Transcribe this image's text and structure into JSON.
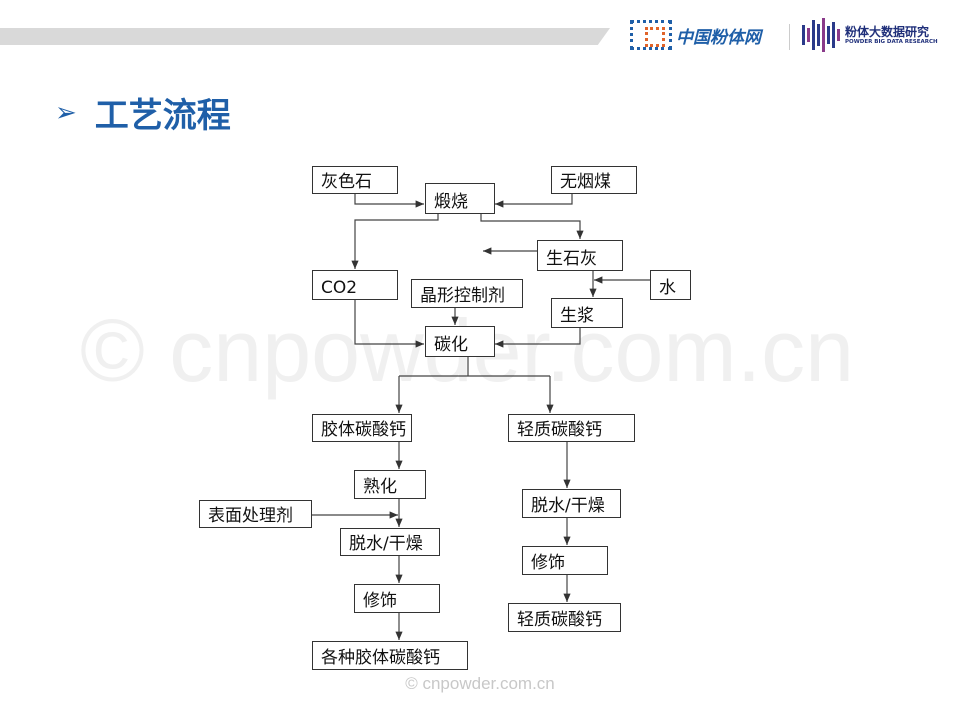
{
  "header": {
    "logo1_text": "中国粉体网",
    "logo2_text": "粉体大数据研究",
    "logo2_sub": "POWDER BIG DATA RESEARCH"
  },
  "title": {
    "bullet": "➢",
    "text": "工艺流程"
  },
  "watermark": {
    "large": "© cnpowder.com.cn",
    "small": "© cnpowder.com.cn"
  },
  "flow": {
    "limestone": "灰色石",
    "anthracite": "无烟煤",
    "calcination": "煅烧",
    "quicklime": "生石灰",
    "co2": "CO2",
    "crystal_agent": "晶形控制剂",
    "water": "水",
    "slurry": "生浆",
    "carbonation": "碳化",
    "colloidal": "胶体碳酸钙",
    "light": "轻质碳酸钙",
    "aging": "熟化",
    "surface_agent": "表面处理剂",
    "dry_left": "脱水/干燥",
    "dry_right": "脱水/干燥",
    "modify_left": "修饰",
    "modify_right": "修饰",
    "light_product": "轻质碳酸钙",
    "colloidal_products": "各种胶体碳酸钙"
  }
}
